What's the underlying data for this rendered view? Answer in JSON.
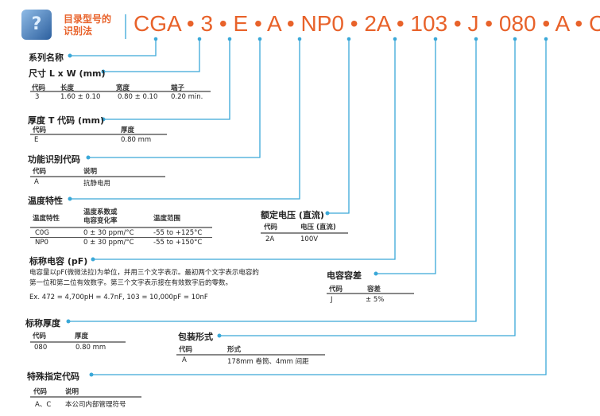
{
  "header": {
    "logo_icon": "question-cube-icon",
    "title_line1": "目录型号的",
    "title_line2": "识别法",
    "code_parts": [
      "CGA",
      "3",
      "E",
      "A",
      "NP0",
      "2A",
      "103",
      "J",
      "080",
      "A",
      "C"
    ],
    "separator": "•"
  },
  "colors": {
    "accent": "#3aa8d8",
    "orange": "#e8622a"
  },
  "series": {
    "title": "系列名称"
  },
  "size": {
    "title": "尺寸 L x W (mm)",
    "headers": [
      "代码",
      "长度",
      "宽度",
      "端子"
    ],
    "row": [
      "3",
      "1.60 ± 0.10",
      "0.80 ± 0.10",
      "0.20 min."
    ]
  },
  "thickness_t": {
    "title": "厚度 T 代码 (mm)",
    "headers": [
      "代码",
      "厚度"
    ],
    "row": [
      "E",
      "0.80 mm"
    ]
  },
  "function": {
    "title": "功能识别代码",
    "headers": [
      "代码",
      "说明"
    ],
    "row": [
      "A",
      "抗静电用"
    ]
  },
  "temp": {
    "title": "温度特性",
    "headers": [
      "温度特性",
      "温度系数或",
      "电容变化率",
      "温度范围"
    ],
    "rows": [
      [
        "C0G",
        "0 ± 30 ppm/°C",
        "-55 to +125°C"
      ],
      [
        "NP0",
        "0 ± 30 ppm/°C",
        "-55 to +150°C"
      ]
    ]
  },
  "voltage": {
    "title": "额定电压 (直流)",
    "headers": [
      "代码",
      "电压 (直流)"
    ],
    "row": [
      "2A",
      "100V"
    ]
  },
  "capacitance": {
    "title": "标称电容 (pF)",
    "line1": "电容量以pF(微微法拉)为单位，并用三个文字表示。最初两个文字表示电容的",
    "line2": "第一位和第二位有效数字。第三个文字表示接在有效数字后的零数。",
    "example": "Ex.  472 = 4,700pH = 4.7nF, 103 = 10,000pF = 10nF"
  },
  "tolerance": {
    "title": "电容容差",
    "headers": [
      "代码",
      "容差"
    ],
    "row": [
      "J",
      "± 5%"
    ]
  },
  "nominal_thickness": {
    "title": "标称厚度",
    "headers": [
      "代码",
      "厚度"
    ],
    "row": [
      "080",
      "0.80 mm"
    ]
  },
  "packaging": {
    "title": "包装形式",
    "headers": [
      "代码",
      "形式"
    ],
    "row": [
      "A",
      "178mm 卷筒、4mm 间距"
    ]
  },
  "special": {
    "title": "特殊指定代码",
    "headers": [
      "代码",
      "说明"
    ],
    "row": [
      "A、C",
      "本公司内部管理符号"
    ]
  }
}
